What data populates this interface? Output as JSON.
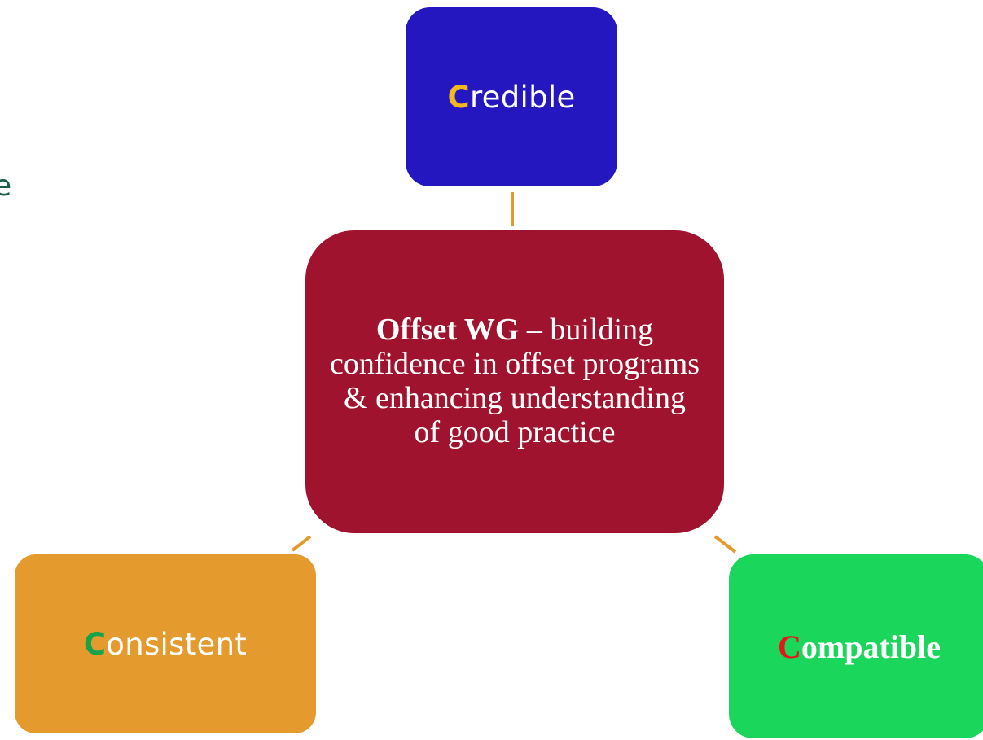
{
  "colors": {
    "connector": "#e49a2c",
    "edge_text": "#1a5c4c"
  },
  "edge_text": {
    "char": "e"
  },
  "center": {
    "title": "Offset WG",
    "body": " – building confidence in offset programs & enhancing understanding of good practice",
    "fill": "#a0132e"
  },
  "nodes": {
    "top": {
      "initial": "C",
      "rest": "redible",
      "fill": "#2417bf",
      "initial_color": "#f2b81f",
      "text_color": "#ffffff"
    },
    "left": {
      "initial": "C",
      "rest": "onsistent",
      "fill": "#e49a2c",
      "initial_color": "#16a34a",
      "text_color": "#ffffff"
    },
    "right": {
      "initial": "C",
      "rest": "ompatible",
      "fill": "#1ad65a",
      "initial_color": "#e8141c",
      "text_color": "#ffffff"
    }
  }
}
